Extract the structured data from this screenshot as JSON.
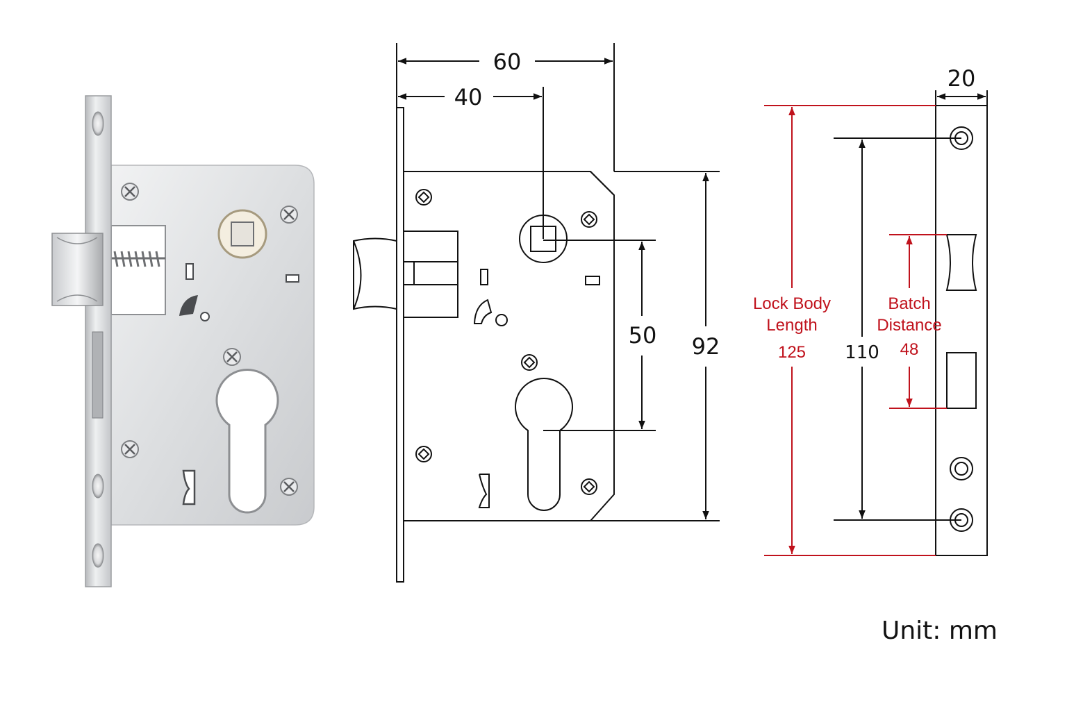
{
  "dimensions": {
    "backset_total": "60",
    "backset": "40",
    "handle_to_cylinder": "50",
    "case_height": "92",
    "faceplate_width": "20",
    "screw_spacing": "110"
  },
  "labels": {
    "lock_body_length_line1": "Lock Body",
    "lock_body_length_line2": "Length",
    "lock_body_length_value": "125",
    "batch_distance_line1": "Batch",
    "batch_distance_line2": "Distance",
    "batch_distance_value": "48"
  },
  "unit": "Unit:  mm",
  "colors": {
    "dimension_line": "#111111",
    "highlight": "#c0121c",
    "steel_light": "#e6e7e9",
    "steel_dark": "#a9abae"
  }
}
